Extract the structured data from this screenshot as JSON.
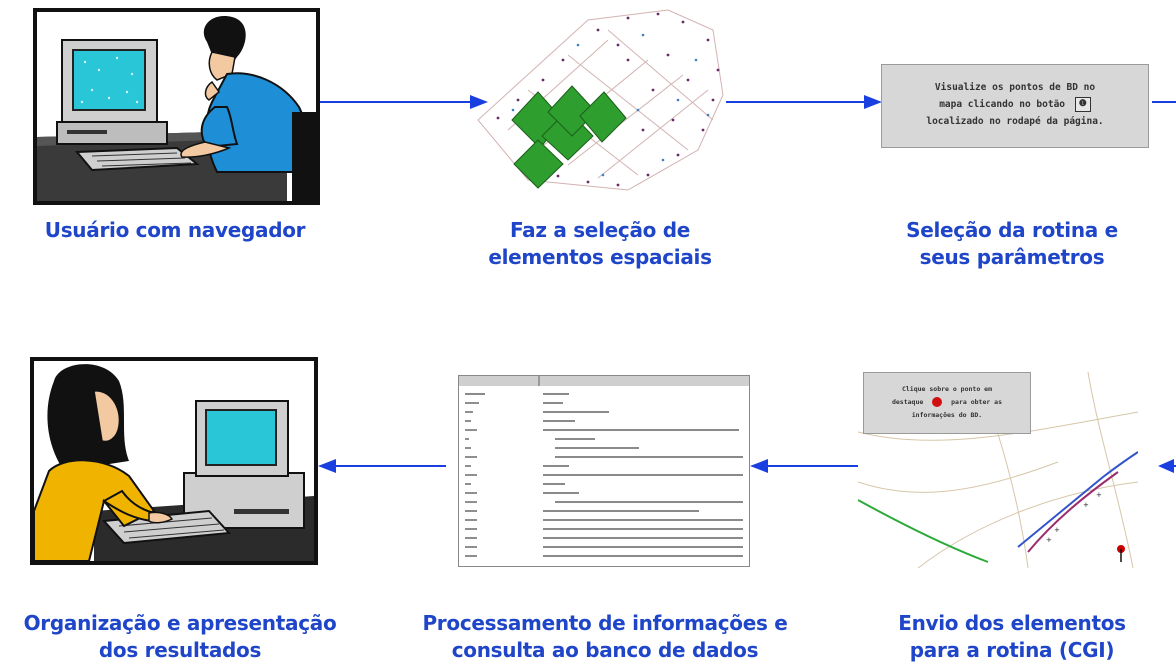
{
  "steps": {
    "step1": {
      "caption": "Usuário com navegador"
    },
    "step2": {
      "caption_line1": "Faz a seleção de",
      "caption_line2": "elementos espaciais"
    },
    "step3": {
      "caption_line1": "Seleção da rotina e",
      "caption_line2": "seus parâmetros",
      "box_line1": "Visualize os pontos de BD no",
      "box_line2": "mapa clicando no botão",
      "box_line3": "localizado no rodapé da página."
    },
    "step4": {
      "caption_line1": "Envio dos elementos",
      "caption_line2": "para a rotina (CGI)",
      "box_line1": "Clique sobre o ponto em",
      "box_line2": "destaque",
      "box_line2b": "para obter as",
      "box_line3": "informações do BD."
    },
    "step5": {
      "caption_line1": "Processamento de informações e",
      "caption_line2": "consulta ao banco de dados"
    },
    "step6": {
      "caption_line1": "Organização e apresentação",
      "caption_line2": "dos resultados"
    }
  },
  "colors": {
    "caption": "#1f45c8",
    "arrow": "#1a3fe0",
    "green": "#2e9e2e",
    "monitor_screen": "#29c6d8"
  }
}
